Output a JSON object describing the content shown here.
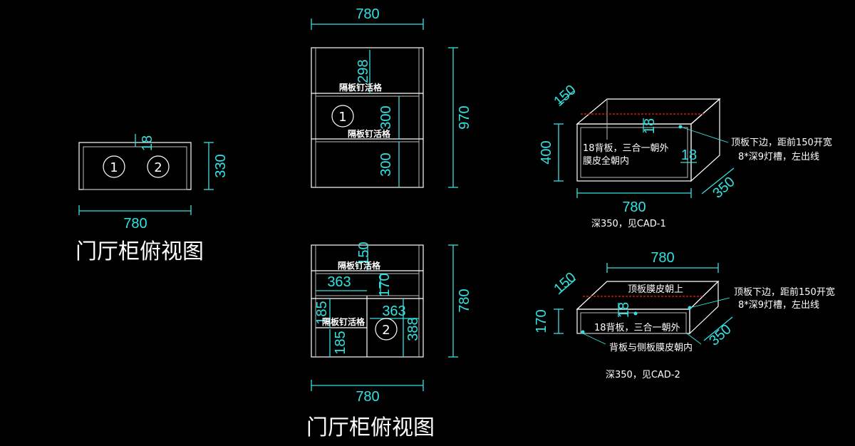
{
  "drawing": {
    "top_view": {
      "title": "门厅柜俯视图",
      "width_dim": "780",
      "depth_dim": "330",
      "panel_dim": "18",
      "markers": [
        "1",
        "2"
      ]
    },
    "elevation_1": {
      "width_dim": "780",
      "height_dim": "970",
      "shelf_dims": [
        "298",
        "300",
        "300"
      ],
      "shelf_labels": [
        "隔板钉活格",
        "隔板钉活格"
      ],
      "marker": "1"
    },
    "elevation_2": {
      "title": "门厅柜俯视图",
      "width_dim": "780",
      "height_dim": "780",
      "dims": {
        "top_shelf": "150",
        "left_width": "363",
        "left_upper": "170",
        "right_width": "363",
        "left_lower_a": "185",
        "left_lower_b": "185",
        "right_height": "388"
      },
      "shelf_labels": [
        "隔板钉活格",
        "隔板钉活格"
      ],
      "marker": "2"
    },
    "iso_1": {
      "width_dim": "780",
      "depth_top_dim": "150",
      "depth_side_dim": "350",
      "height_dim": "400",
      "panel_dim_a": "18",
      "panel_dim_b": "18",
      "note_left_1": "18背板，三合一朝外",
      "note_left_2": "膜皮全朝内",
      "note_right_1": "顶板下边，距前150开宽",
      "note_right_2": "8*深9灯槽，左出线",
      "caption": "深350，见CAD-1"
    },
    "iso_2": {
      "width_dim": "780",
      "depth_top_dim": "150",
      "depth_side_dim": "350",
      "height_dim": "170",
      "panel_dim": "18",
      "top_label": "顶板膜皮朝上",
      "note_back_1": "18背板，三合一朝外",
      "note_back_2": "背板与侧板膜皮朝内",
      "note_right_1": "顶板下边，距前150开宽",
      "note_right_2": "8*深9灯槽，左出线",
      "caption": "深350，见CAD-2"
    },
    "colors": {
      "background": "#000000",
      "dimension": "#35e0e0",
      "cabinet_line": "#ffffff",
      "light_groove": "#d01818"
    }
  }
}
